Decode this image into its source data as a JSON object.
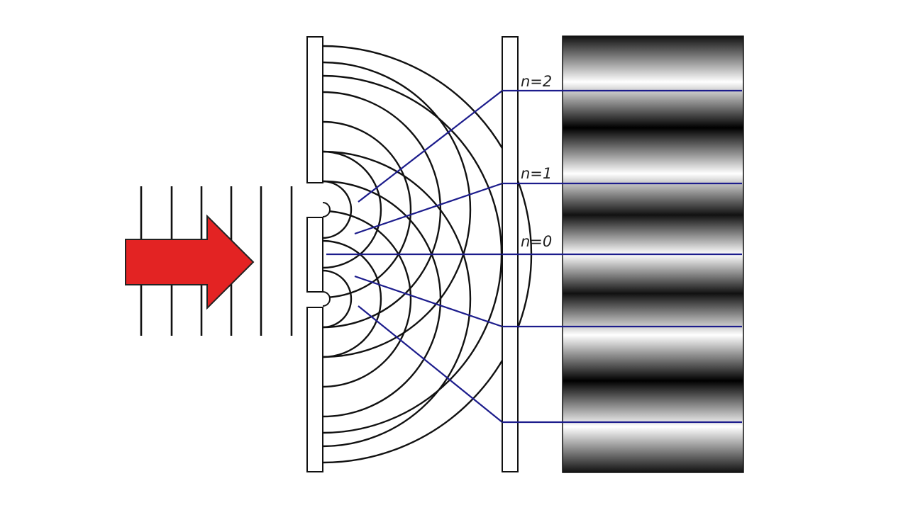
{
  "diagram": {
    "labels": [
      {
        "id": "n2",
        "text": "n=2"
      },
      {
        "id": "n1",
        "text": "n=1"
      },
      {
        "id": "n0",
        "text": "n=0"
      }
    ]
  },
  "colors": {
    "arrow_fill": "#e32323",
    "arrow_stroke": "#222222",
    "wave_stroke": "#111111",
    "ray_stroke": "#1c1c8c",
    "barrier_stroke": "#111111",
    "fringe_dark": "#000000",
    "fringe_light": "#ffffff",
    "background": "#ffffff"
  },
  "icons": {
    "incident_arrow": "arrow-right-icon"
  }
}
